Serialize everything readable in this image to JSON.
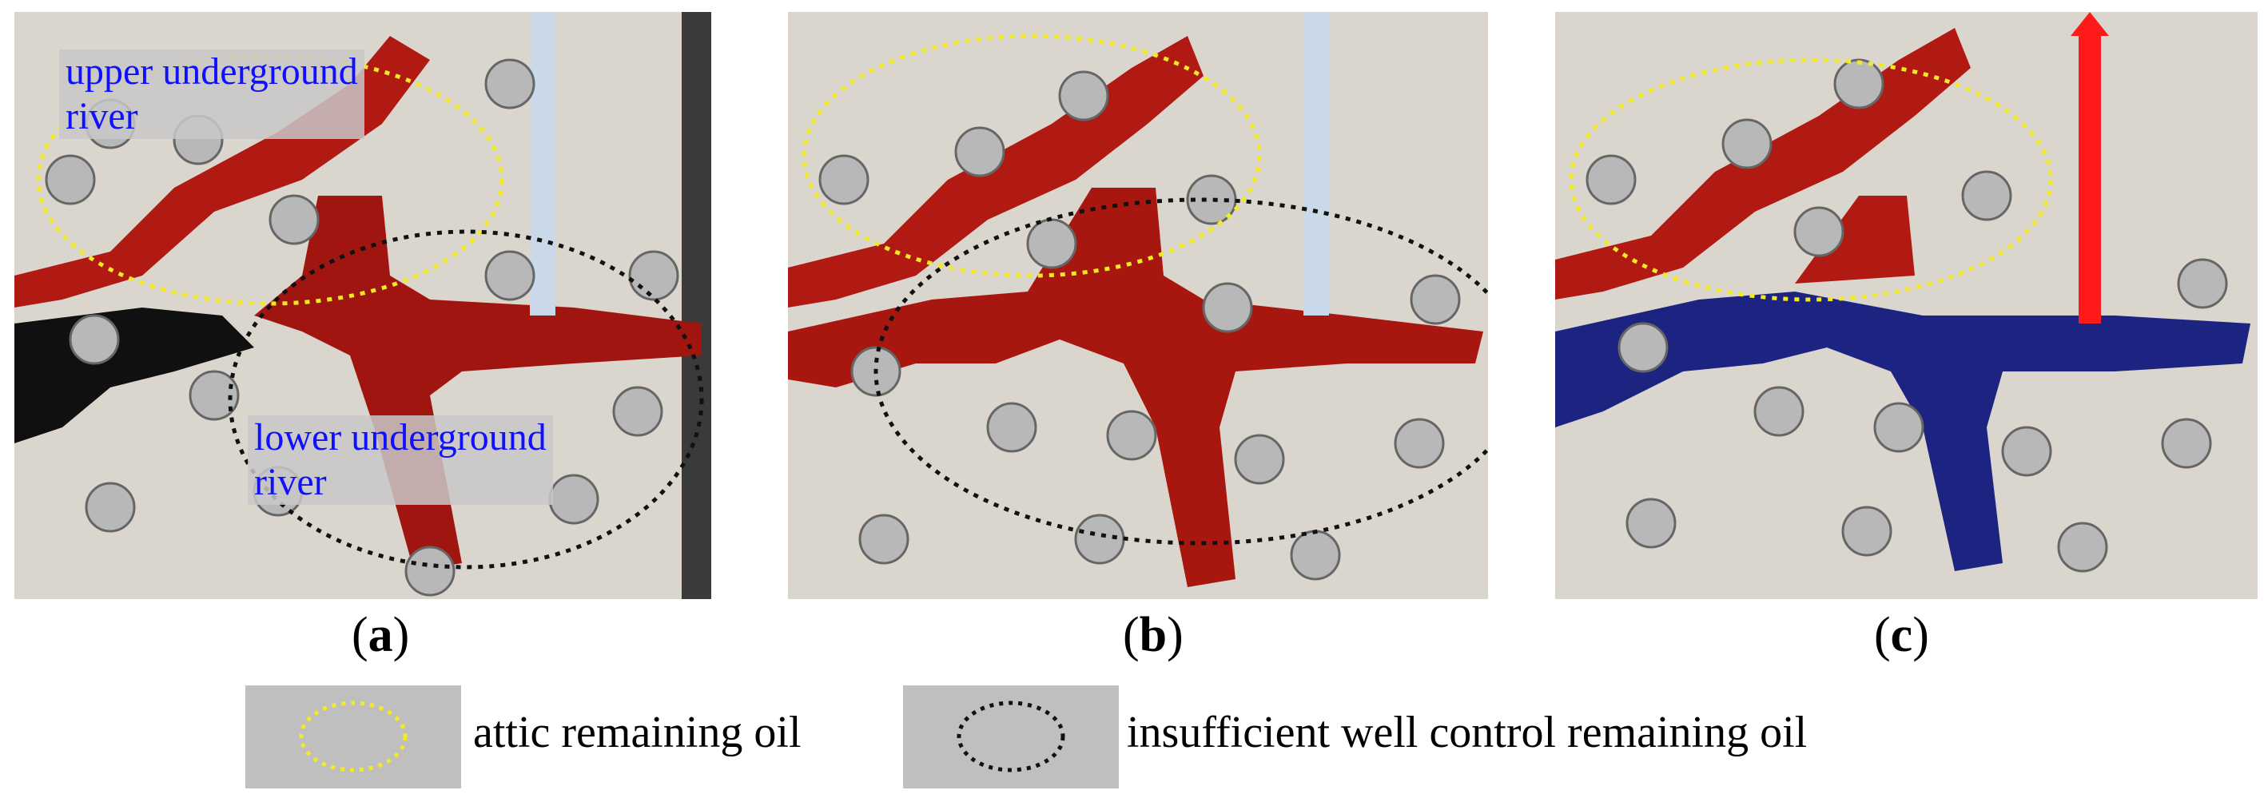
{
  "panels": [
    {
      "id": "a",
      "caption": "a"
    },
    {
      "id": "b",
      "caption": "b"
    },
    {
      "id": "c",
      "caption": "c"
    }
  ],
  "labels": {
    "upper_river": "upper underground",
    "upper_river_2": "river",
    "lower_river": "lower underground",
    "lower_river_2": "river"
  },
  "legend": {
    "attic": "attic remaining oil",
    "insufficient": "insufficient well control remaining oil"
  },
  "colors": {
    "background": "#d9d5cc",
    "oil_red": "#b01a12",
    "water_blue": "#1c2380",
    "black_fluid": "#101010",
    "attic_ellipse": "#f2ea26",
    "insufficient_ellipse": "#111111",
    "well_light": "#c9d9ea",
    "arrow_red": "#ff1a1a"
  }
}
